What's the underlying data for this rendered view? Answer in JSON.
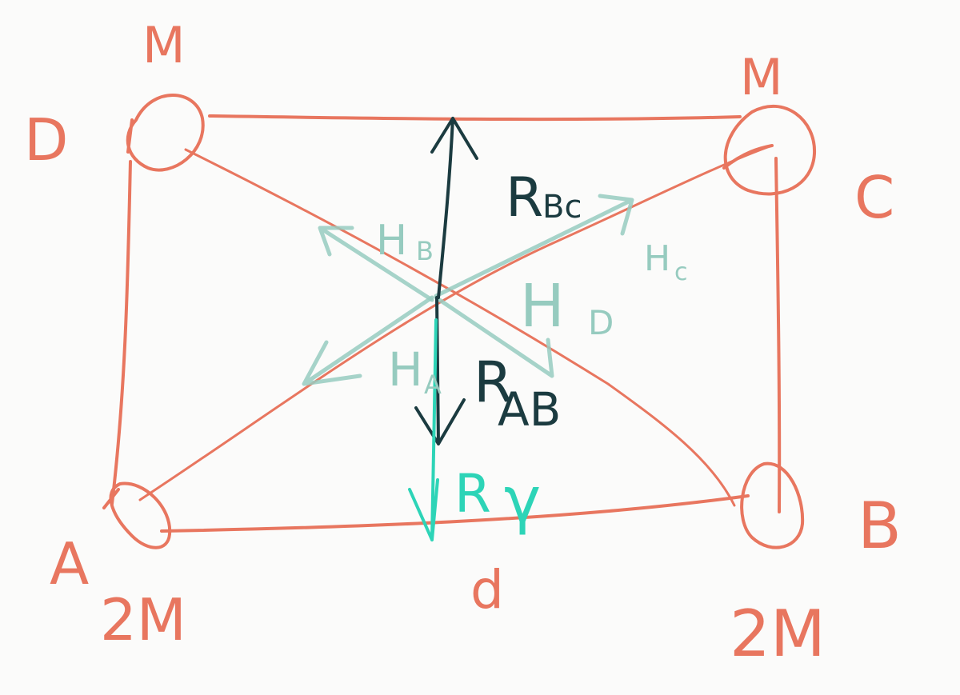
{
  "colors": {
    "geometry": "#e8765f",
    "field": "#96cbbf",
    "resultant": "#1b3b40",
    "net": "#2dd4b7"
  },
  "masses": {
    "A": {
      "label": "A",
      "mass": "2M"
    },
    "B": {
      "label": "B",
      "mass": "2M"
    },
    "C": {
      "label": "C",
      "mass": "M"
    },
    "D": {
      "label": "D",
      "mass": "M"
    }
  },
  "side_label": "d",
  "fields": {
    "H_A": {
      "main": "H",
      "sub": "A"
    },
    "H_B": {
      "main": "H",
      "sub": "B"
    },
    "H_C": {
      "main": "H",
      "sub": "c"
    },
    "H_D": {
      "main": "H",
      "sub": "D"
    }
  },
  "resultants": {
    "R_BC": {
      "main": "R",
      "sub": "Bc"
    },
    "R_AB": {
      "main": "R",
      "sub": "AB"
    },
    "R_net": "R"
  },
  "net_arrow_tail_glyph": "γ"
}
